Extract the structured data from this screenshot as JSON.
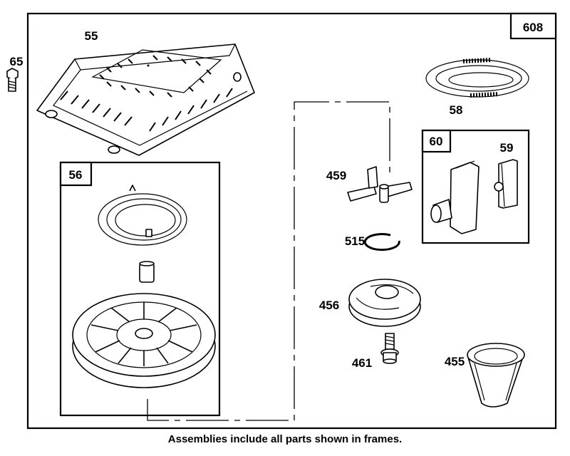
{
  "frames": {
    "outer": "608",
    "starter": "56",
    "stop_switch": "60"
  },
  "parts": {
    "bolt": "65",
    "housing": "55",
    "spring": "58",
    "switch_clip": "59",
    "pawl": "459",
    "retainer_ring": "515",
    "ratchet": "456",
    "screw": "461",
    "cup": "455"
  },
  "caption": "Assemblies include all parts shown in frames.",
  "colors": {
    "ink": "#000000",
    "paper": "#ffffff"
  }
}
